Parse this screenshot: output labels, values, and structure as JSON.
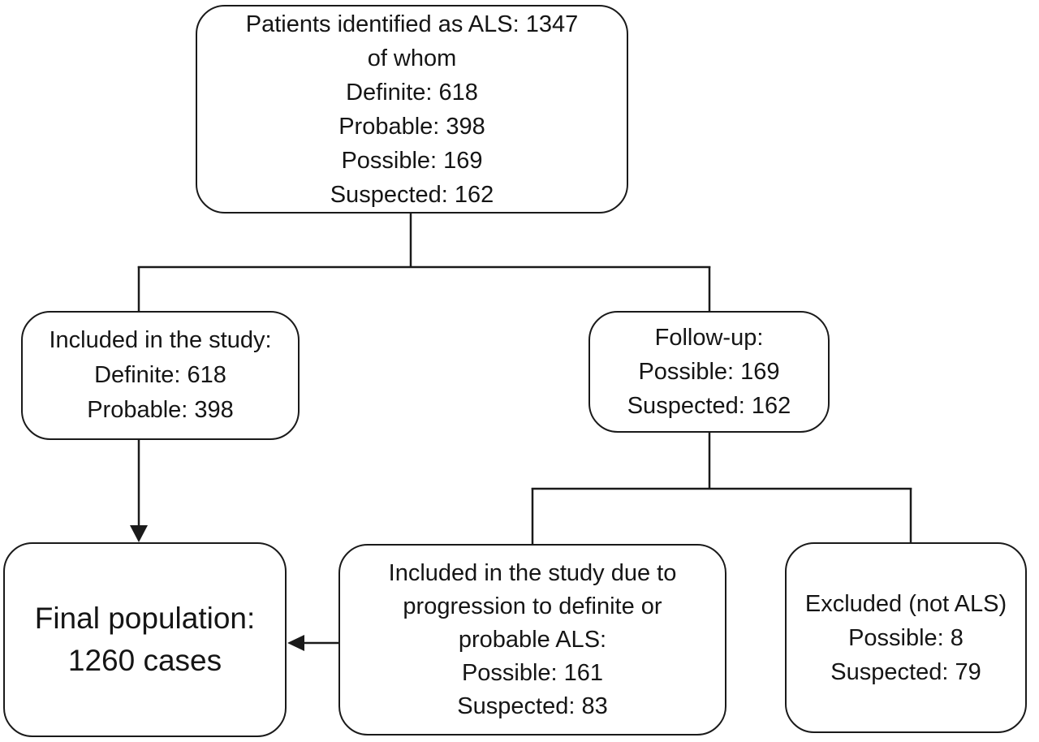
{
  "figure": {
    "type": "flowchart",
    "background_color": "#ffffff",
    "line_color": "#1a1a1a"
  },
  "boxes": {
    "identified": {
      "lines": [
        "Patients identified as ALS: 1347",
        "of whom",
        "Definite: 618",
        "Probable: 398",
        "Possible: 169",
        "Suspected: 162"
      ]
    },
    "included": {
      "lines": [
        "Included in the study:",
        "Definite: 618",
        "Probable: 398"
      ]
    },
    "followup": {
      "lines": [
        "Follow-up:",
        "Possible: 169",
        "Suspected: 162"
      ]
    },
    "final": {
      "lines": [
        "Final population:",
        "1260 cases"
      ]
    },
    "progression": {
      "lines": [
        "Included in the study due to",
        "progression to definite or",
        "probable ALS:",
        "Possible: 161",
        "Suspected: 83"
      ]
    },
    "excluded": {
      "lines": [
        "Excluded (not ALS)",
        "Possible: 8",
        "Suspected: 79"
      ]
    }
  }
}
